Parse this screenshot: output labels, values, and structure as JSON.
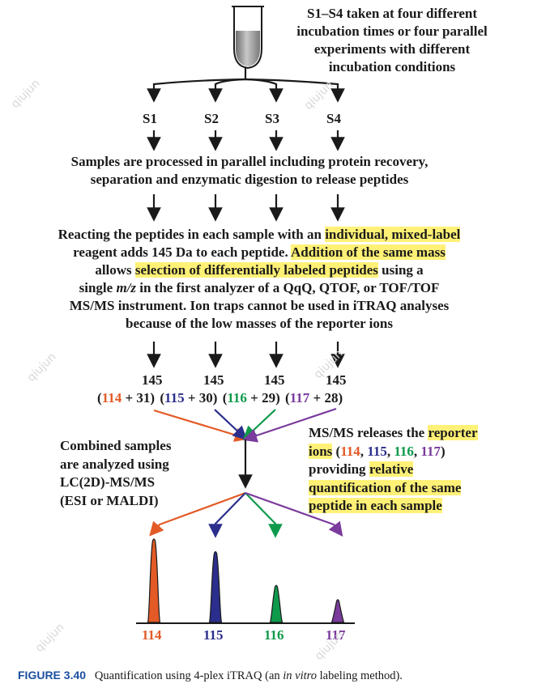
{
  "top_text": [
    "S1–S4  taken at four different",
    "incubation times or four parallel",
    "experiments with different",
    "incubation conditions"
  ],
  "samples": [
    "S1",
    "S2",
    "S3",
    "S4"
  ],
  "processing_text": [
    "Samples are processed in parallel including protein recovery,",
    "separation and enzymatic digestion to release peptides"
  ],
  "reaction": {
    "l1a": "Reacting the peptides in each sample with an ",
    "l1b": "individual, mixed-label",
    "l2a": "reagent adds 145 Da to each peptide. ",
    "l2b": "Addition of the same mass",
    "l3a": "allows ",
    "l3b": "selection of differentially labeled peptides",
    "l3c": " using a",
    "l4a": "single ",
    "l4b": "m/z",
    "l4c": " in the first analyzer of a QqQ, QTOF, or TOF/TOF",
    "l5": "MS/MS instrument. Ion traps cannot be used in iTRAQ analyses",
    "l6": "because of the low masses of the reporter ions"
  },
  "labels": [
    {
      "total": "145",
      "reporter": "114",
      "balance": "+ 31)"
    },
    {
      "total": "145",
      "reporter": "115",
      "balance": "+ 30)"
    },
    {
      "total": "145",
      "reporter": "116",
      "balance": "+ 29)"
    },
    {
      "total": "145",
      "reporter": "117",
      "balance": "+ 28)"
    }
  ],
  "combined_text": [
    "Combined samples",
    "are analyzed using",
    "LC(2D)-MS/MS",
    "(ESI or MALDI)"
  ],
  "msms": {
    "l1a": "MS/MS releases the ",
    "l1b": "reporter",
    "l2a": "ions",
    "l2b": " (",
    "i114": "114",
    "i115": "115",
    "i116": "116",
    "i117": "117",
    "sep": ", ",
    "close": ")",
    "l3a": "providing ",
    "l3b": "relative",
    "l4": "quantification of the same",
    "l5": "peptide in each sample"
  },
  "peaks": [
    {
      "label": "114",
      "intensity": 1.0
    },
    {
      "label": "115",
      "intensity": 0.85
    },
    {
      "label": "116",
      "intensity": 0.45
    },
    {
      "label": "117",
      "intensity": 0.28
    }
  ],
  "caption": {
    "label": "FIGURE 3.40",
    "text_a": "Quantification using 4-plex iTRAQ (an ",
    "text_italic": "in vitro",
    "text_b": " labeling method)."
  },
  "watermark": "qiujun",
  "colors": {
    "c114": "#e35a26",
    "c115": "#2b2e8c",
    "c116": "#0e9a4b",
    "c117": "#7a3b9c",
    "highlight": "#fff176"
  }
}
